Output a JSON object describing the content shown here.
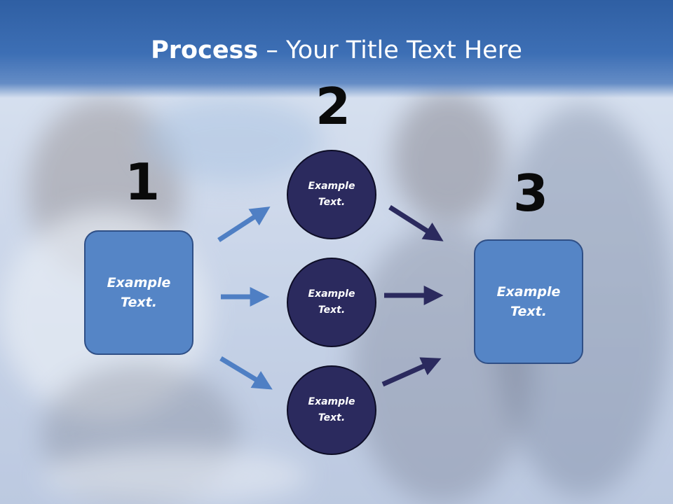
{
  "title": {
    "bold": "Process",
    "rest": " – Your Title Text Here"
  },
  "steps": [
    {
      "number": "1",
      "line1": "Example",
      "line2": "Text."
    },
    {
      "number": "2"
    },
    {
      "number": "3",
      "line1": "Example",
      "line2": "Text."
    }
  ],
  "circles": [
    {
      "line1": "Example",
      "line2": "Text."
    },
    {
      "line1": "Example",
      "line2": "Text."
    },
    {
      "line1": "Example",
      "line2": "Text."
    }
  ],
  "colors": {
    "title_band": "#3d6fb5",
    "box_fill": "#5585c6",
    "circle_fill": "#2b2a5e",
    "arrow_light": "#4f7fc4",
    "arrow_dark": "#2b2a5e"
  }
}
